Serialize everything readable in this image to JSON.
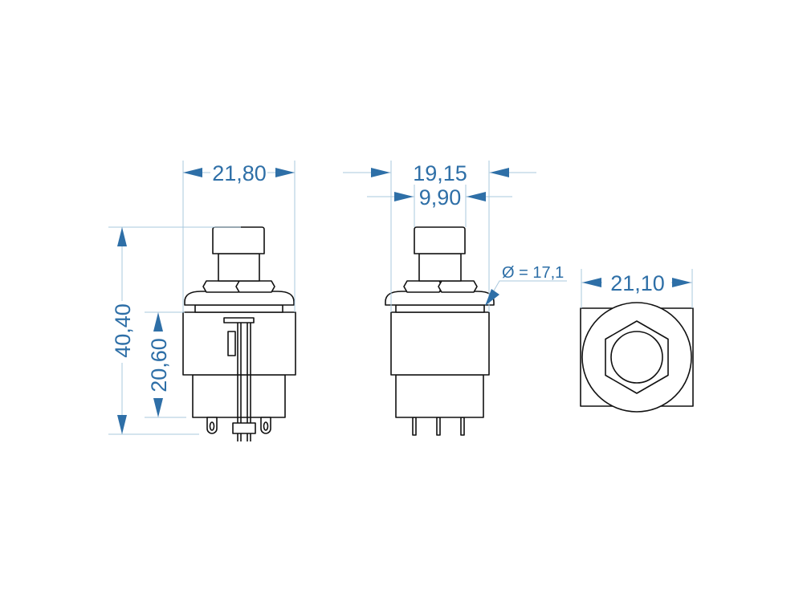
{
  "drawing": {
    "front_view": {
      "width_dim": "21,80",
      "total_height_dim": "40,40",
      "body_height_dim": "20,60"
    },
    "side_view": {
      "width_dim": "19,15",
      "cap_width_dim": "9,90",
      "diameter_dim": "Ø = 17,1"
    },
    "top_view": {
      "width_dim": "21,10"
    }
  },
  "colors": {
    "dimension": "#2e6fa7",
    "extension_line": "#a9c8de",
    "outline": "#111111"
  }
}
